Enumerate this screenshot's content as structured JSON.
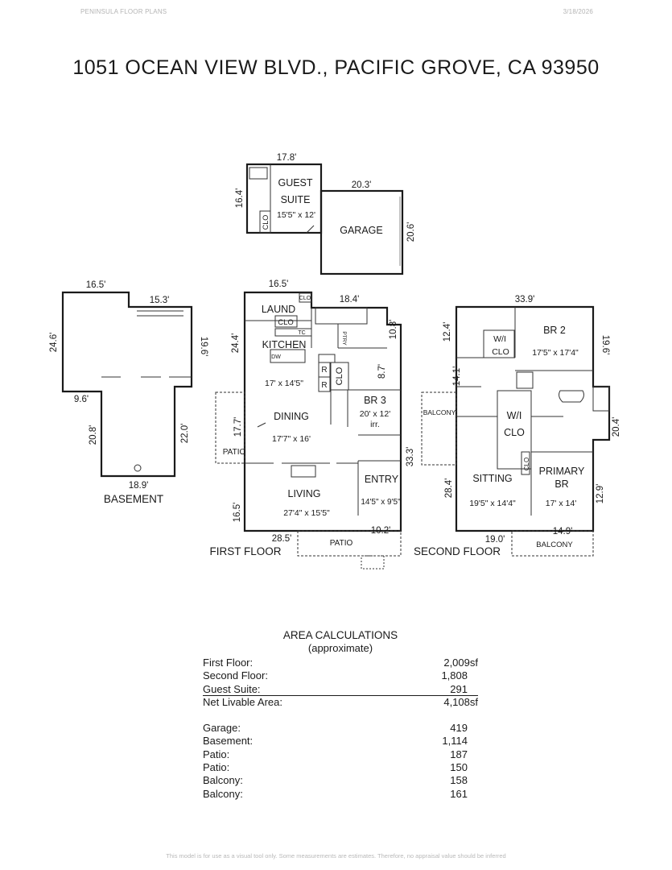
{
  "header": {
    "company": "PENINSULA FLOOR PLANS",
    "date": "3/18/2026"
  },
  "title": "1051 OCEAN VIEW BLVD., PACIFIC GROVE, CA 93950",
  "floors": {
    "basement": {
      "label": "BASEMENT",
      "dims": [
        "16.5'",
        "15.3'",
        "24.6'",
        "19.6'",
        "9.6'",
        "20.8'",
        "22.0'",
        "18.9'"
      ]
    },
    "guest_suite": {
      "name_1": "GUEST",
      "name_2": "SUITE",
      "size": "15'5\" x 12'",
      "clo": "CLO",
      "dims": [
        "17.8'",
        "16.4'"
      ]
    },
    "garage": {
      "name": "GARAGE",
      "dims": [
        "20.3'",
        "20.6'"
      ]
    },
    "first": {
      "label": "FIRST FLOOR",
      "dims": [
        "16.5'",
        "18.4'",
        "10.8'",
        "24.4'",
        "8.7'",
        "17.7'",
        "33.3'",
        "16.5'",
        "28.5'",
        "10.2'"
      ],
      "rooms": {
        "laund": "LAUND",
        "clo_small": "CLO",
        "clo_laund": "CLO",
        "tc": "TC",
        "ptry": "PTRY",
        "kitchen": "KITCHEN",
        "dw": "DW",
        "kitchen_size": "17' x 14'5\"",
        "r1": "R",
        "r2": "R",
        "clo_stair": "CLO",
        "br3": "BR 3",
        "br3_size": "20' x 12'",
        "br3_irr": "irr.",
        "dining": "DINING",
        "dining_size": "17'7\" x 16'",
        "patio_side": "PATIO",
        "living": "LIVING",
        "living_size": "27'4\" x 15'5\"",
        "entry": "ENTRY",
        "entry_size": "14'5\" x 9'5\"",
        "patio_front": "PATIO"
      }
    },
    "second": {
      "label": "SECOND FLOOR",
      "dims": [
        "33.9'",
        "12.4'",
        "19.6'",
        "14.1'",
        "20.4'",
        "28.4'",
        "12.9'",
        "19.0'",
        "14.9'"
      ],
      "rooms": {
        "wi_1": "W/I",
        "wi_clo_1": "CLO",
        "br2": "BR 2",
        "br2_size": "17'5\" x 17'4\"",
        "balcony_side": "BALCONY",
        "wi_2": "W/I",
        "wi_clo_2": "CLO",
        "clo_small": "CLO",
        "sitting": "SITTING",
        "sitting_size": "19'5\" x 14'4\"",
        "primary_1": "PRIMARY",
        "primary_2": "BR",
        "primary_size": "17' x 14'",
        "balcony_front": "BALCONY"
      }
    }
  },
  "area_calc": {
    "title": "AREA CALCULATIONS",
    "subtitle": "(approximate)",
    "livable": [
      {
        "label": "First Floor:",
        "value": "2,009sf"
      },
      {
        "label": "Second Floor:",
        "value": "1,808"
      },
      {
        "label": "Guest Suite:",
        "value": "291"
      },
      {
        "label": "Net Livable Area:",
        "value": "4,108sf"
      }
    ],
    "other": [
      {
        "label": "Garage:",
        "value": "419"
      },
      {
        "label": "Basement:",
        "value": "1,114"
      },
      {
        "label": "Patio:",
        "value": "187"
      },
      {
        "label": "Patio:",
        "value": "150"
      },
      {
        "label": "Balcony:",
        "value": "158"
      },
      {
        "label": "Balcony:",
        "value": "161"
      }
    ]
  },
  "footer": "This model is for use as a visual tool only. Some measurements are estimates. Therefore, no appraisal value should be inferred"
}
